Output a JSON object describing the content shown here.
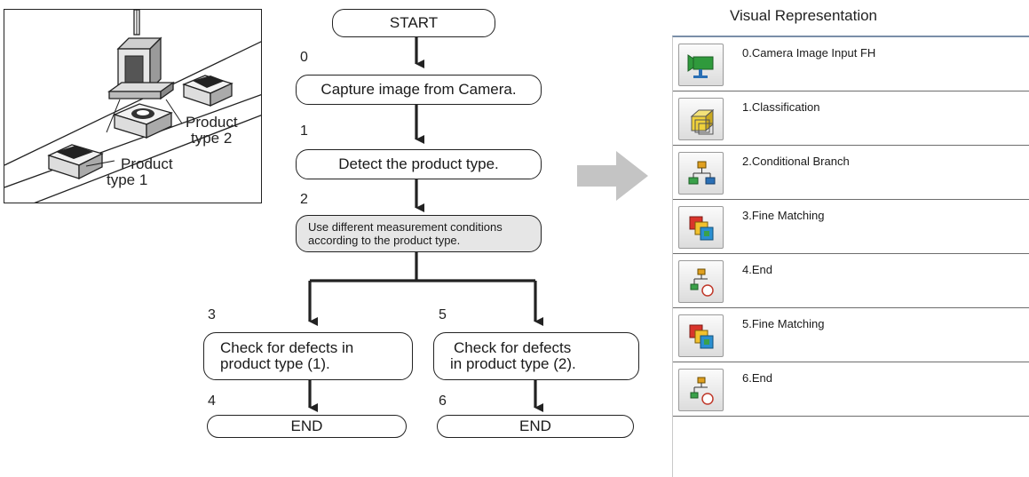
{
  "illustration": {
    "label_type2": [
      "Product",
      "type 2"
    ],
    "label_type1": [
      "Product",
      "type 1"
    ]
  },
  "flowchart": {
    "start": "START",
    "steps": [
      {
        "num": "0",
        "text": "Capture image from Camera."
      },
      {
        "num": "1",
        "text": "Detect the product type."
      },
      {
        "num": "2",
        "text_lines": [
          "Use different measurement conditions",
          "according to the product type."
        ]
      },
      {
        "num": "3",
        "text_lines": [
          "Check for defects in",
          "product type (1)."
        ]
      },
      {
        "num": "4",
        "text": "END"
      },
      {
        "num": "5",
        "text_lines": [
          "Check for defects",
          "in product type (2)."
        ]
      },
      {
        "num": "6",
        "text": "END"
      }
    ]
  },
  "visual_representation": {
    "title": "Visual Representation",
    "items": [
      {
        "label": "0.Camera Image Input FH",
        "icon": "camera-icon"
      },
      {
        "label": "1.Classification",
        "icon": "classification-icon"
      },
      {
        "label": "2.Conditional Branch",
        "icon": "conditional-branch-icon"
      },
      {
        "label": "3.Fine Matching",
        "icon": "fine-matching-icon"
      },
      {
        "label": "4.End",
        "icon": "end-icon"
      },
      {
        "label": "5.Fine Matching",
        "icon": "fine-matching-icon"
      },
      {
        "label": "6.End",
        "icon": "end-icon"
      }
    ]
  },
  "colors": {
    "panel_border": "#7a8ea8",
    "arrow_gray": "#c4c4c4",
    "cond_fill": "#e6e6e6"
  }
}
